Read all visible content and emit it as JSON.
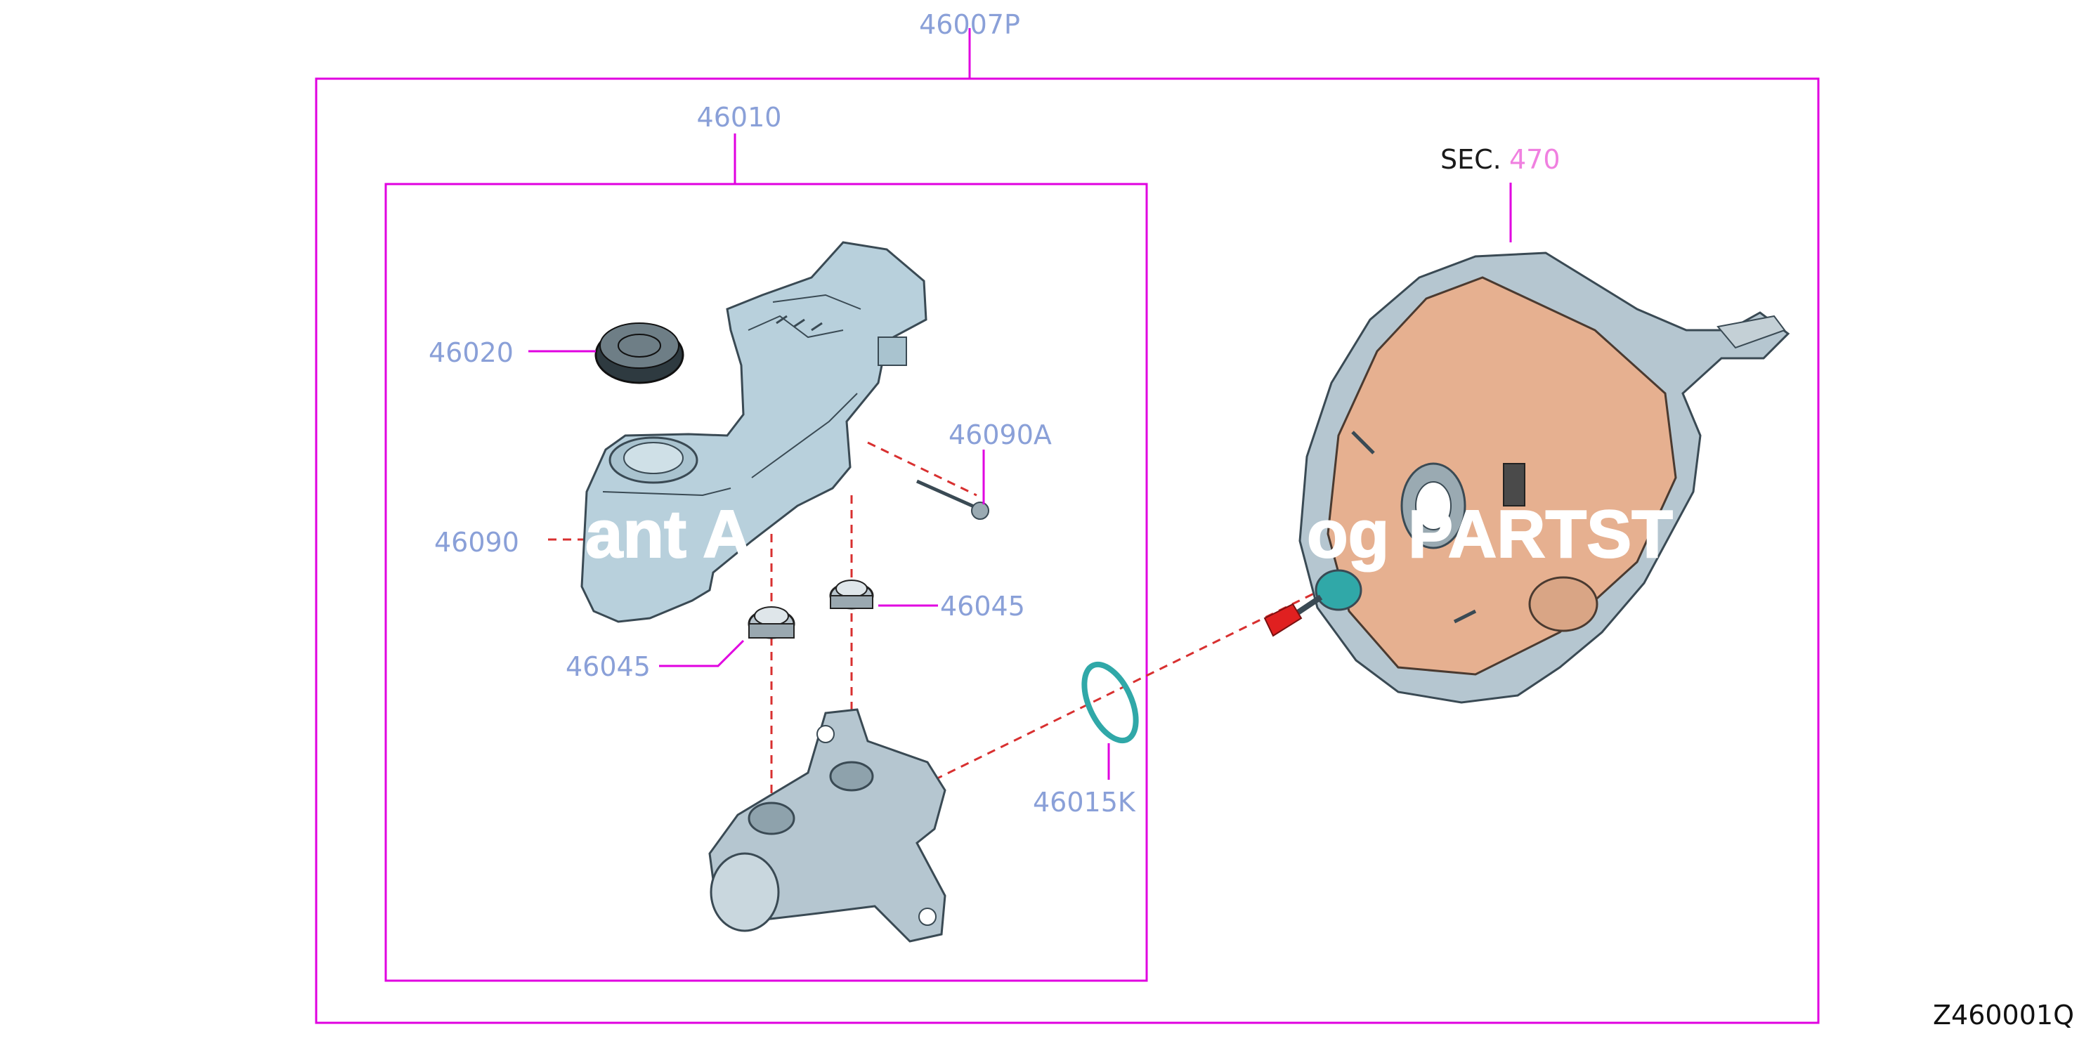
{
  "diagram": {
    "assembly_label": "46007P",
    "subassembly_label": "46010",
    "section_prefix": "SEC.",
    "section_number": "470",
    "diagram_code": "Z460001Q",
    "callouts": {
      "cap": "46020",
      "pin": "46090A",
      "reservoir": "46090",
      "grommet_right": "46045",
      "grommet_left": "46045",
      "o_ring": "46015K"
    },
    "watermark_left": "ant A",
    "watermark_right": "og PARTST"
  },
  "colors": {
    "frame": "#e000e0",
    "callout_text": "#8aa0d8",
    "section_number": "#f080e0",
    "dashed_link": "#d83030",
    "reservoir": "#b8d0dc",
    "booster": "#e6b090",
    "o_ring": "#30a8a8",
    "pushrod": "#e02020"
  }
}
